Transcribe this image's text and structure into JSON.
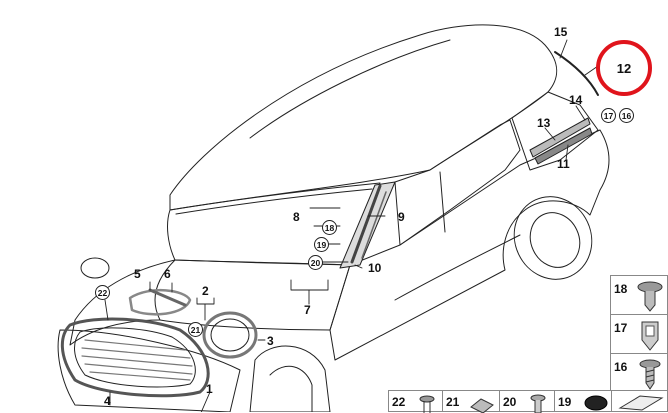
{
  "callouts": {
    "n1": "1",
    "n2": "2",
    "n3": "3",
    "n4": "4",
    "n5": "5",
    "n6": "6",
    "n7": "7",
    "n8": "8",
    "n9": "9",
    "n10": "10",
    "n11": "11",
    "n12": "12",
    "n13": "13",
    "n14": "14",
    "n15": "15",
    "n16": "16",
    "n17": "17",
    "n18": "18",
    "n19": "19",
    "n20": "20",
    "n21": "21",
    "n22": "22"
  },
  "legend_right": [
    "18",
    "17",
    "16"
  ],
  "legend_bottom": [
    "22",
    "21",
    "20",
    "19"
  ],
  "highlight_color": "#e0141c"
}
